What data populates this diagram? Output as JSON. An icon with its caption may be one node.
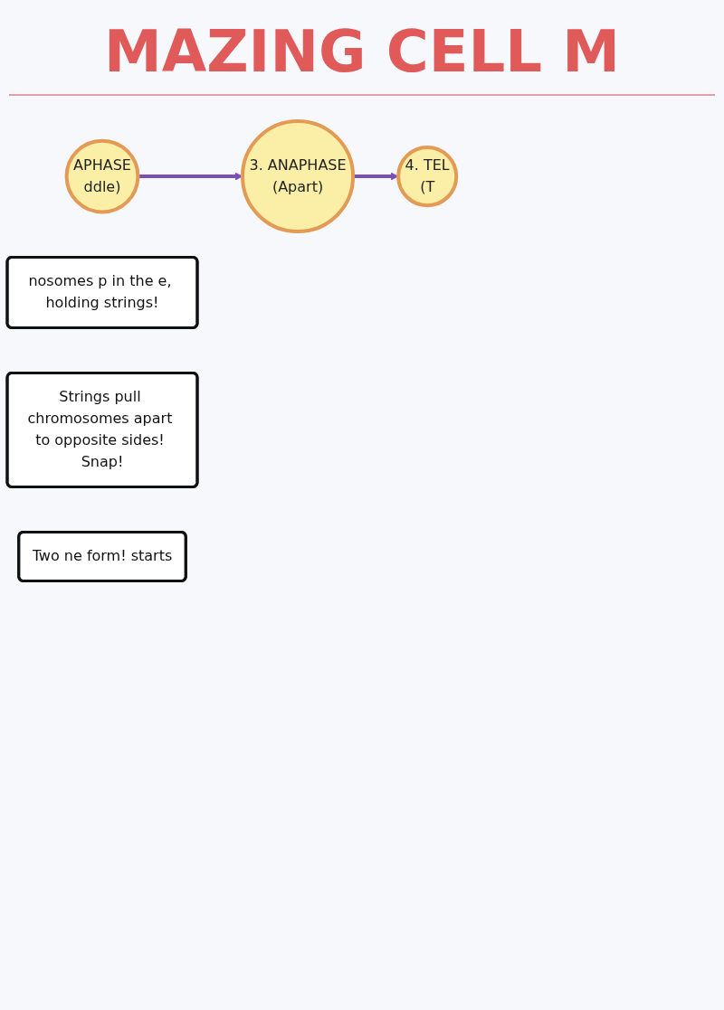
{
  "diagram": {
    "title": "MAZING CELL M",
    "nodes": [
      {
        "text": [
          "APHASE",
          "ddle)"
        ]
      },
      {
        "text": [
          "3. ANAPHASE",
          "(Apart)"
        ]
      },
      {
        "text": [
          "4. TEL",
          "(T"
        ]
      },
      {
        "text": [
          "nosomes p in the e, holding strings!"
        ]
      },
      {
        "text": [
          "Strings pull chromosomes apart to opposite sides! Snap!"
        ]
      },
      {
        "text": [
          "Two ne form! starts"
        ]
      }
    ],
    "edges": [
      {
        "from": 0,
        "to": 1,
        "arrow": "to"
      },
      {
        "from": 1,
        "to": 2,
        "arrow": "to"
      }
    ]
  }
}
